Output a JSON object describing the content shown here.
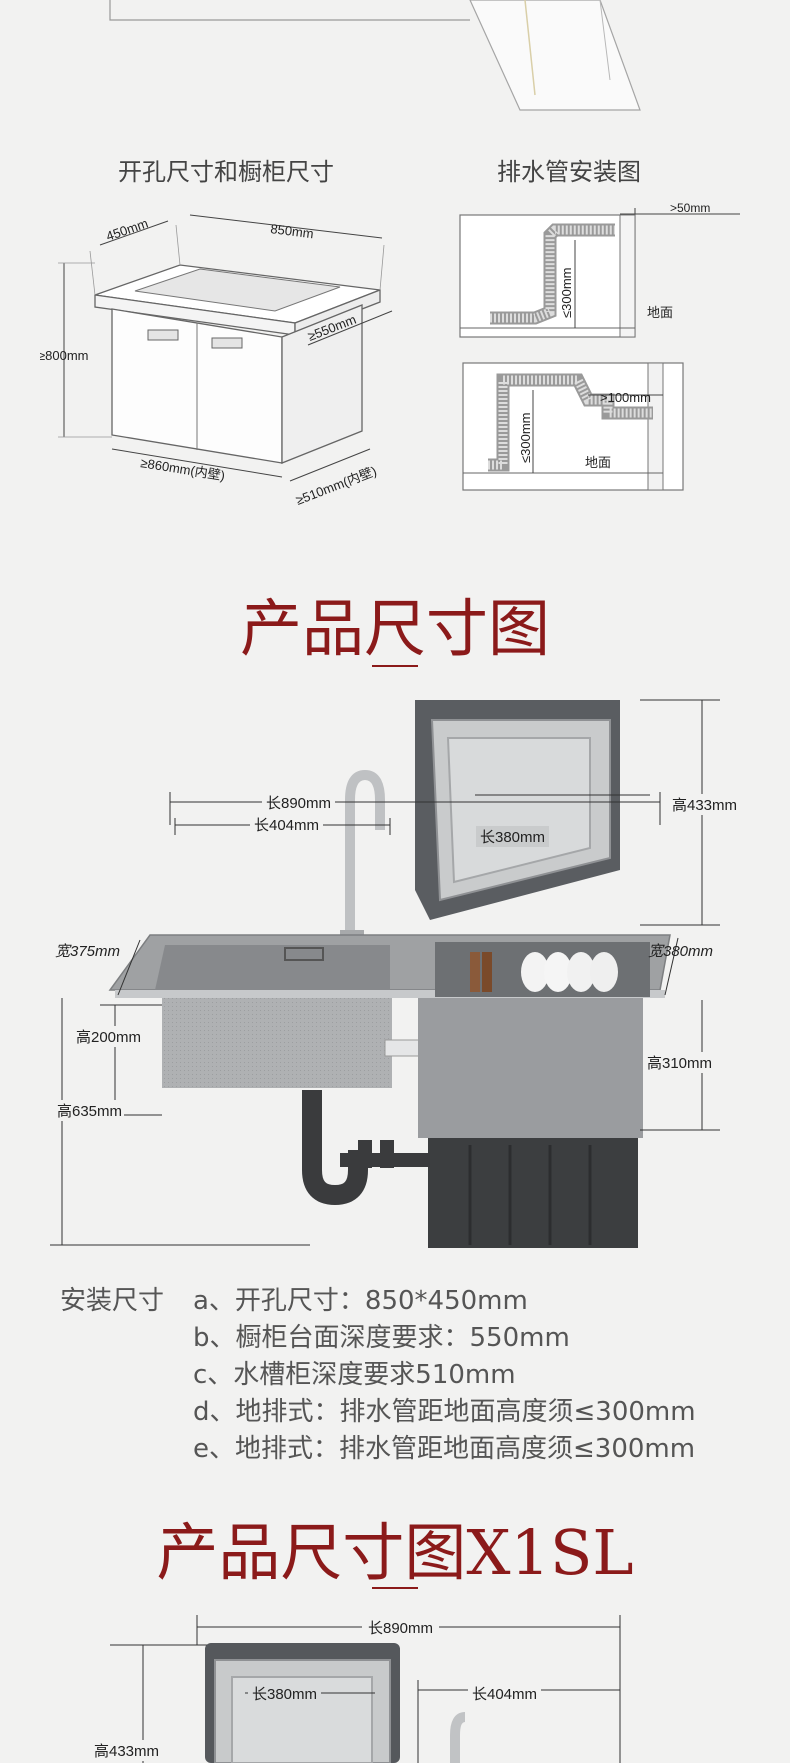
{
  "top": {
    "caption_left": "开孔尺寸和橱柜尺寸",
    "caption_right": "排水管安装图",
    "cabinet": {
      "dim_450": "450mm",
      "dim_850": "850mm",
      "dim_800": "≥800mm",
      "dim_550": "≥550mm",
      "dim_860": "≥860mm(内壁)",
      "dim_510": "≥510mm(内壁)"
    },
    "pipe1": {
      "dim_50": ">50mm",
      "dim_300": "≤300mm",
      "floor": "地面"
    },
    "pipe2": {
      "dim_100": ">100mm",
      "dim_300": "≤300mm",
      "floor": "地面"
    }
  },
  "section1": {
    "title": "产品尺寸图",
    "dims": {
      "len890": "长890mm",
      "len404": "长404mm",
      "len380": "长380mm",
      "h433": "高433mm",
      "w375": "宽375mm",
      "w380": "宽380mm",
      "h200": "高200mm",
      "h310": "高310mm",
      "h635": "高635mm"
    }
  },
  "specs": {
    "label": "安装尺寸",
    "items": [
      "a、开孔尺寸：850*450mm",
      "b、橱柜台面深度要求：550mm",
      "c、水槽柜深度要求510mm",
      "d、地排式：排水管距地面高度须≤300mm",
      "e、地排式：排水管距地面高度须≤300mm"
    ]
  },
  "section2": {
    "title": "产品尺寸图X1SL",
    "dims": {
      "len890": "长890mm",
      "len380": "长380mm",
      "len404": "长404mm",
      "h433": "高433mm"
    }
  }
}
